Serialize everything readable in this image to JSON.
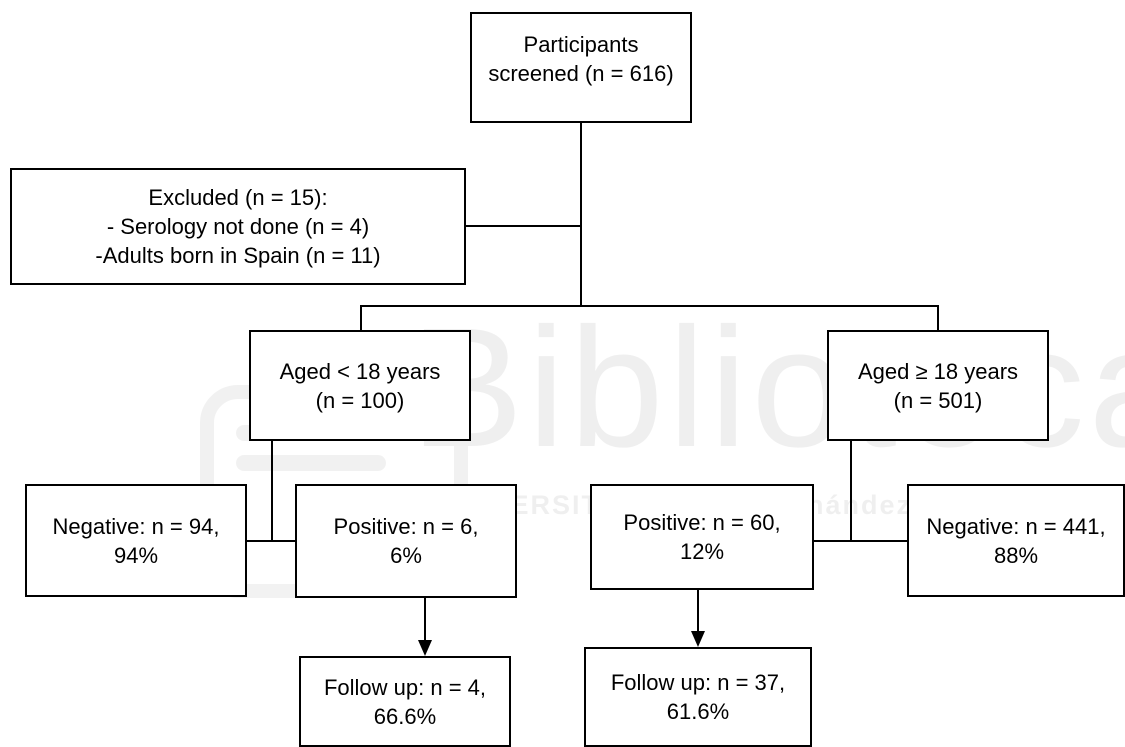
{
  "watermark": {
    "word": "Biblioteca",
    "subtitle": "UNIVERSITAS Miguel Hernández"
  },
  "nodes": {
    "screened": {
      "line1": "Participants",
      "line2": "screened (n = 616)"
    },
    "excluded": {
      "line1": "Excluded (n = 15):",
      "line2": "- Serology not done (n = 4)",
      "line3": "-Adults born in Spain (n = 11)"
    },
    "aged_under": {
      "line1": "Aged < 18 years",
      "line2": "(n = 100)"
    },
    "aged_over": {
      "line1": "Aged ≥ 18 years",
      "line2": "(n = 501)"
    },
    "neg_under": {
      "line1": "Negative: n = 94,",
      "line2": "94%"
    },
    "pos_under": {
      "line1": "Positive: n = 6,",
      "line2": "6%"
    },
    "pos_over": {
      "line1": "Positive: n = 60,",
      "line2": "12%"
    },
    "neg_over": {
      "line1": "Negative: n = 441,",
      "line2": "88%"
    },
    "fu_under": {
      "line1": "Follow up: n = 4,",
      "line2": "66.6%"
    },
    "fu_over": {
      "line1": "Follow up: n = 37,",
      "line2": "61.6%"
    }
  }
}
